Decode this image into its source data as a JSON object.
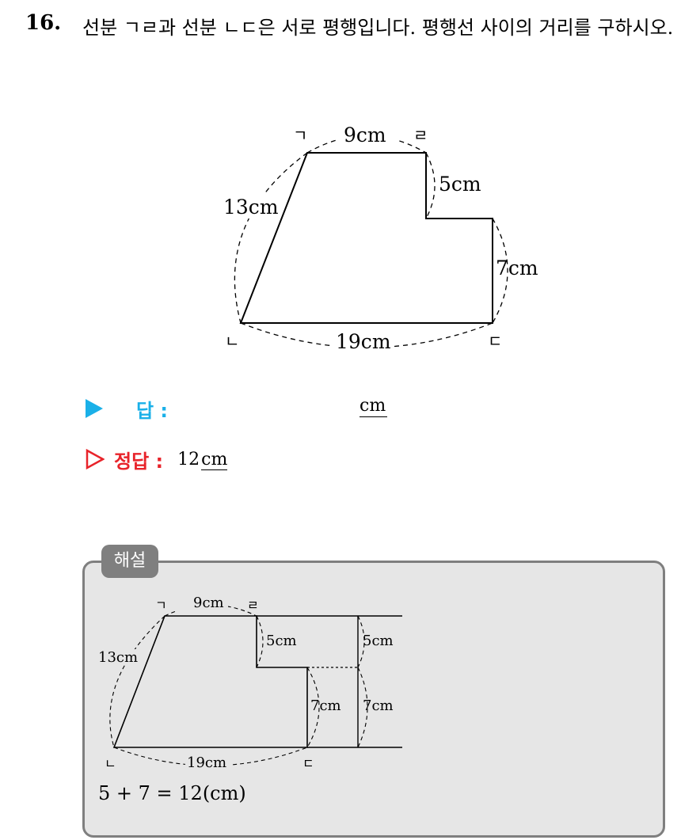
{
  "question": {
    "number": "16.",
    "text": "선분 ㄱㄹ과 선분 ㄴㄷ은 서로 평행입니다. 평행선 사이의 거리를 구하시오."
  },
  "figure": {
    "vertex_g": "ㄱ",
    "vertex_r": "ㄹ",
    "vertex_n": "ㄴ",
    "vertex_d": "ㄷ",
    "label_top": "9cm",
    "label_left": "13cm",
    "label_right_upper": "5cm",
    "label_right_lower": "7cm",
    "label_bottom": "19cm"
  },
  "answer": {
    "label": "답 :",
    "unit": "cm"
  },
  "correct": {
    "label": "정답 :",
    "value": "12",
    "unit": "cm"
  },
  "solution": {
    "tab": "해설",
    "vertex_g": "ㄱ",
    "vertex_r": "ㄹ",
    "vertex_n": "ㄴ",
    "vertex_d": "ㄷ",
    "label_top": "9cm",
    "label_left": "13cm",
    "label_5a": "5cm",
    "label_5b": "5cm",
    "label_7a": "7cm",
    "label_7b": "7cm",
    "label_bottom": "19cm",
    "equation": "5 + 7 = 12(cm)"
  },
  "colors": {
    "answer_accent": "#1ab0e8",
    "correct_accent": "#e8232a",
    "solution_bg": "#e6e6e6",
    "solution_border": "#7f7f7f"
  }
}
